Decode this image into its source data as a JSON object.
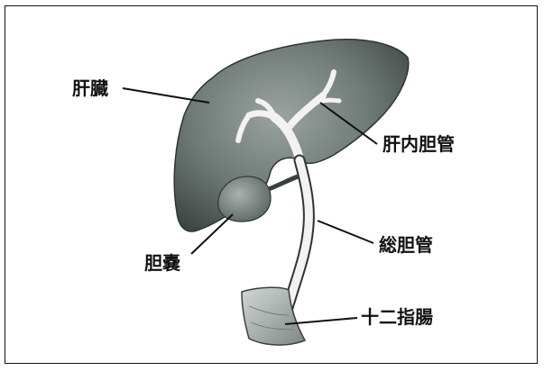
{
  "labels": {
    "liver": "肝臓",
    "intrahepatic_bile_duct": "肝内胆管",
    "gallbladder": "胆嚢",
    "common_bile_duct": "総胆管",
    "duodenum": "十二指腸"
  },
  "colors": {
    "liver_fill": "#6f7a76",
    "liver_dark": "#3e4643",
    "duct_fill": "#f2f2f0",
    "gallbladder_fill": "#8c9692",
    "duodenum_fill": "#a8b0ad",
    "line": "#111111"
  }
}
